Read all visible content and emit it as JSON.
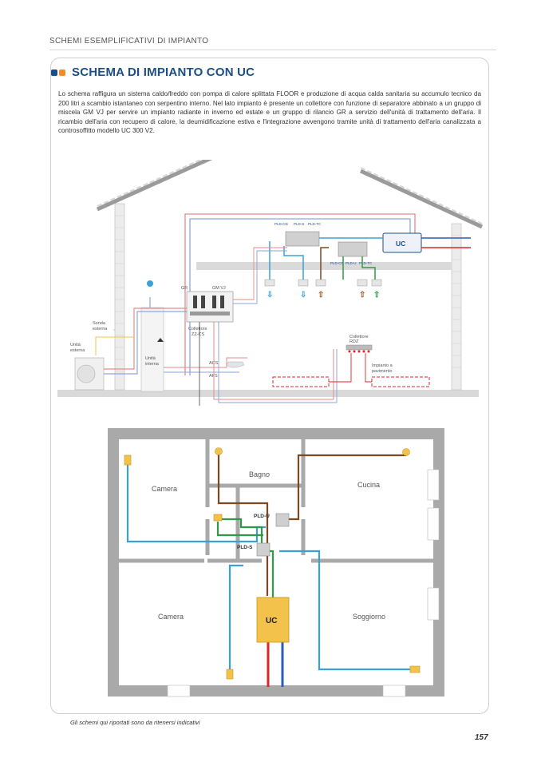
{
  "header": {
    "section": "SCHEMI ESEMPLIFICATIVI DI IMPIANTO"
  },
  "colors": {
    "title": "#1b4f86",
    "square_blue": "#1b4f86",
    "square_orange": "#f28c28",
    "hot": "#e0242b",
    "cold": "#2a5cb8",
    "supply": "#3aa0d8",
    "exhaust": "#7a4a22",
    "return": "#2e9a48",
    "unit": "#f3c24a"
  },
  "section": {
    "title": "SCHEMA DI IMPIANTO CON UC",
    "description": "Lo schema raffigura un sistema caldo/freddo con pompa di calore splittata FLOOR e produzione di acqua calda sanitaria su accumulo tecnico da 200 litri a scambio istantaneo con serpentino interno. Nel lato impianto è presente un collettore con funzione di separatore abbinato a un gruppo di miscela GM VJ per servire un impianto radiante in inverno ed estate e un gruppo di rilancio GR a servizio dell'unità di trattamento dell'aria. Il ricambio dell'aria con recupero di calore, la deumidificazione estiva e l'integrazione avvengono tramite unità di trattamento dell'aria canalizzata a controsoffitto modello UC 300 V2."
  },
  "section_diagram": {
    "unit_label": "UC",
    "top_labels": {
      "pld_cd": "PLD-CD",
      "pld_s": "PLD-S",
      "pld_tc": "PLD-TC"
    },
    "mid_labels": {
      "pld_cd": "PLD-CD",
      "pld_u": "PLD-U",
      "pld_tc": "PLD-TC"
    },
    "gr": "GR",
    "gm_vj": "GM VJ",
    "collettore": "Collettore",
    "collettore_code": "ZZ-CS",
    "sonda_1": "Sonda",
    "sonda_2": "esterna",
    "unita_est_1": "Unità",
    "unita_est_2": "esterna",
    "unita_int_1": "Unità",
    "unita_int_2": "interna",
    "acs": "ACS",
    "afs": "AFS",
    "collettore_rdz_1": "Collettore",
    "collettore_rdz_2": "RDZ",
    "impianto_1": "Impianto a",
    "impianto_2": "pavimento"
  },
  "plan": {
    "rooms": {
      "camera_top": "Camera",
      "bagno": "Bagno",
      "cucina": "Cucina",
      "camera_bottom": "Camera",
      "soggiorno": "Soggiorno"
    },
    "pld_u": "PLD-U",
    "pld_s": "PLD-S",
    "unit": "UC"
  },
  "footer": {
    "note": "Gli schemi qui riportati sono da ritenersi indicativi",
    "page_number": "157"
  }
}
